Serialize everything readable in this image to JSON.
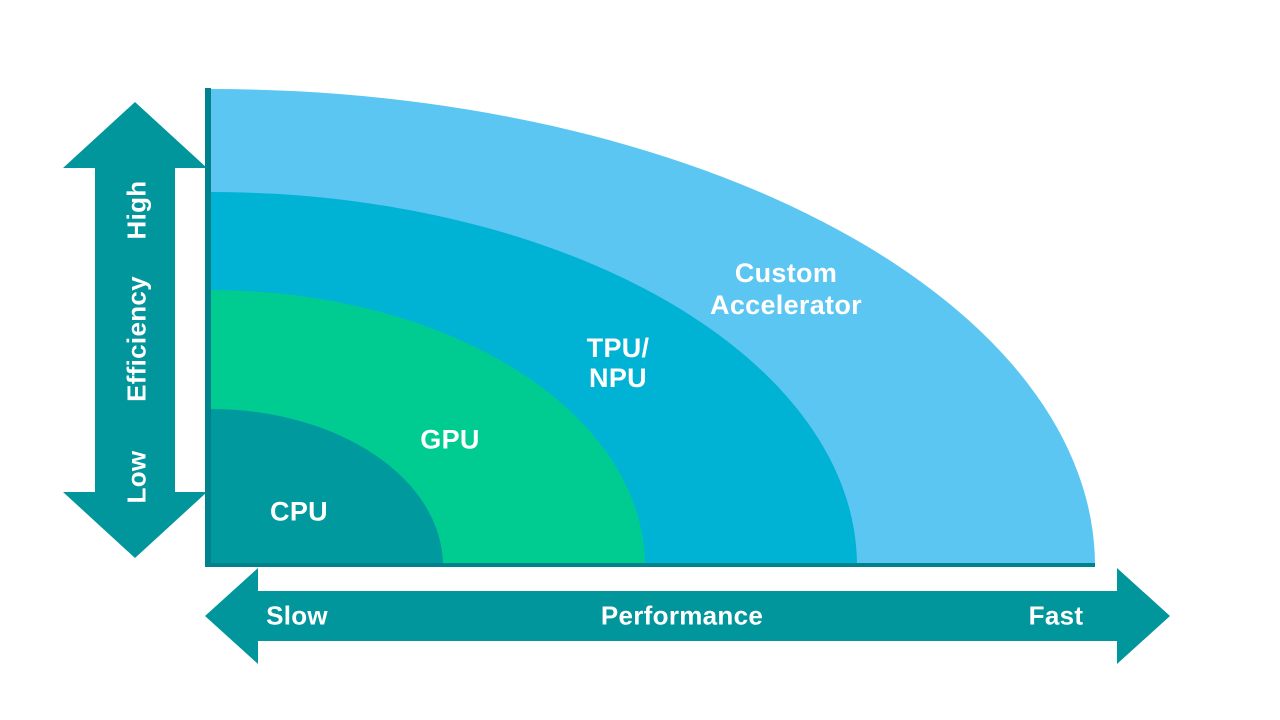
{
  "diagram": {
    "type": "concentric-quarter-ellipse-layers",
    "layers": [
      {
        "id": "cpu",
        "label_lines": [
          "CPU"
        ],
        "color": "#00999E"
      },
      {
        "id": "gpu",
        "label_lines": [
          "GPU"
        ],
        "color": "#00CC92"
      },
      {
        "id": "tpu-npu",
        "label_lines": [
          "TPU/",
          "NPU"
        ],
        "color": "#00B2D4"
      },
      {
        "id": "custom-accelerator",
        "label_lines": [
          "Custom",
          "Accelerator"
        ],
        "color": "#5BC6F2"
      }
    ],
    "y_axis": {
      "title": "Efficiency",
      "min_label": "Low",
      "max_label": "High"
    },
    "x_axis": {
      "title": "Performance",
      "min_label": "Slow",
      "max_label": "Fast"
    },
    "colors": {
      "axis_arrow": "#00969B",
      "axis_line": "#00828C",
      "label_text": "#FFFFFF",
      "background": "#FFFFFF"
    }
  }
}
